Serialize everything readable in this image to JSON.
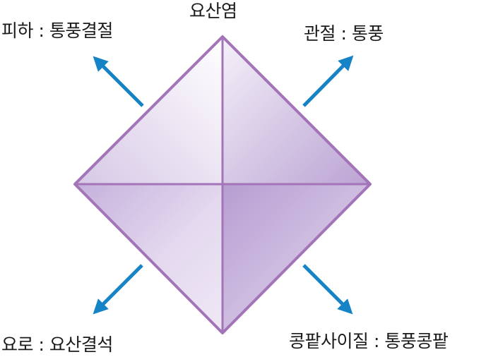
{
  "labels": {
    "center": "요산염",
    "top_left": "피하 : 통풍결절",
    "top_right": "관절 : 통풍",
    "bottom_left": "요로 : 요산결석",
    "bottom_right": "콩팥사이질 : 통풍콩팥"
  },
  "colors": {
    "crystal_edge": "#a374b8",
    "arrow": "#1583c6",
    "text": "#1a1a1a"
  }
}
